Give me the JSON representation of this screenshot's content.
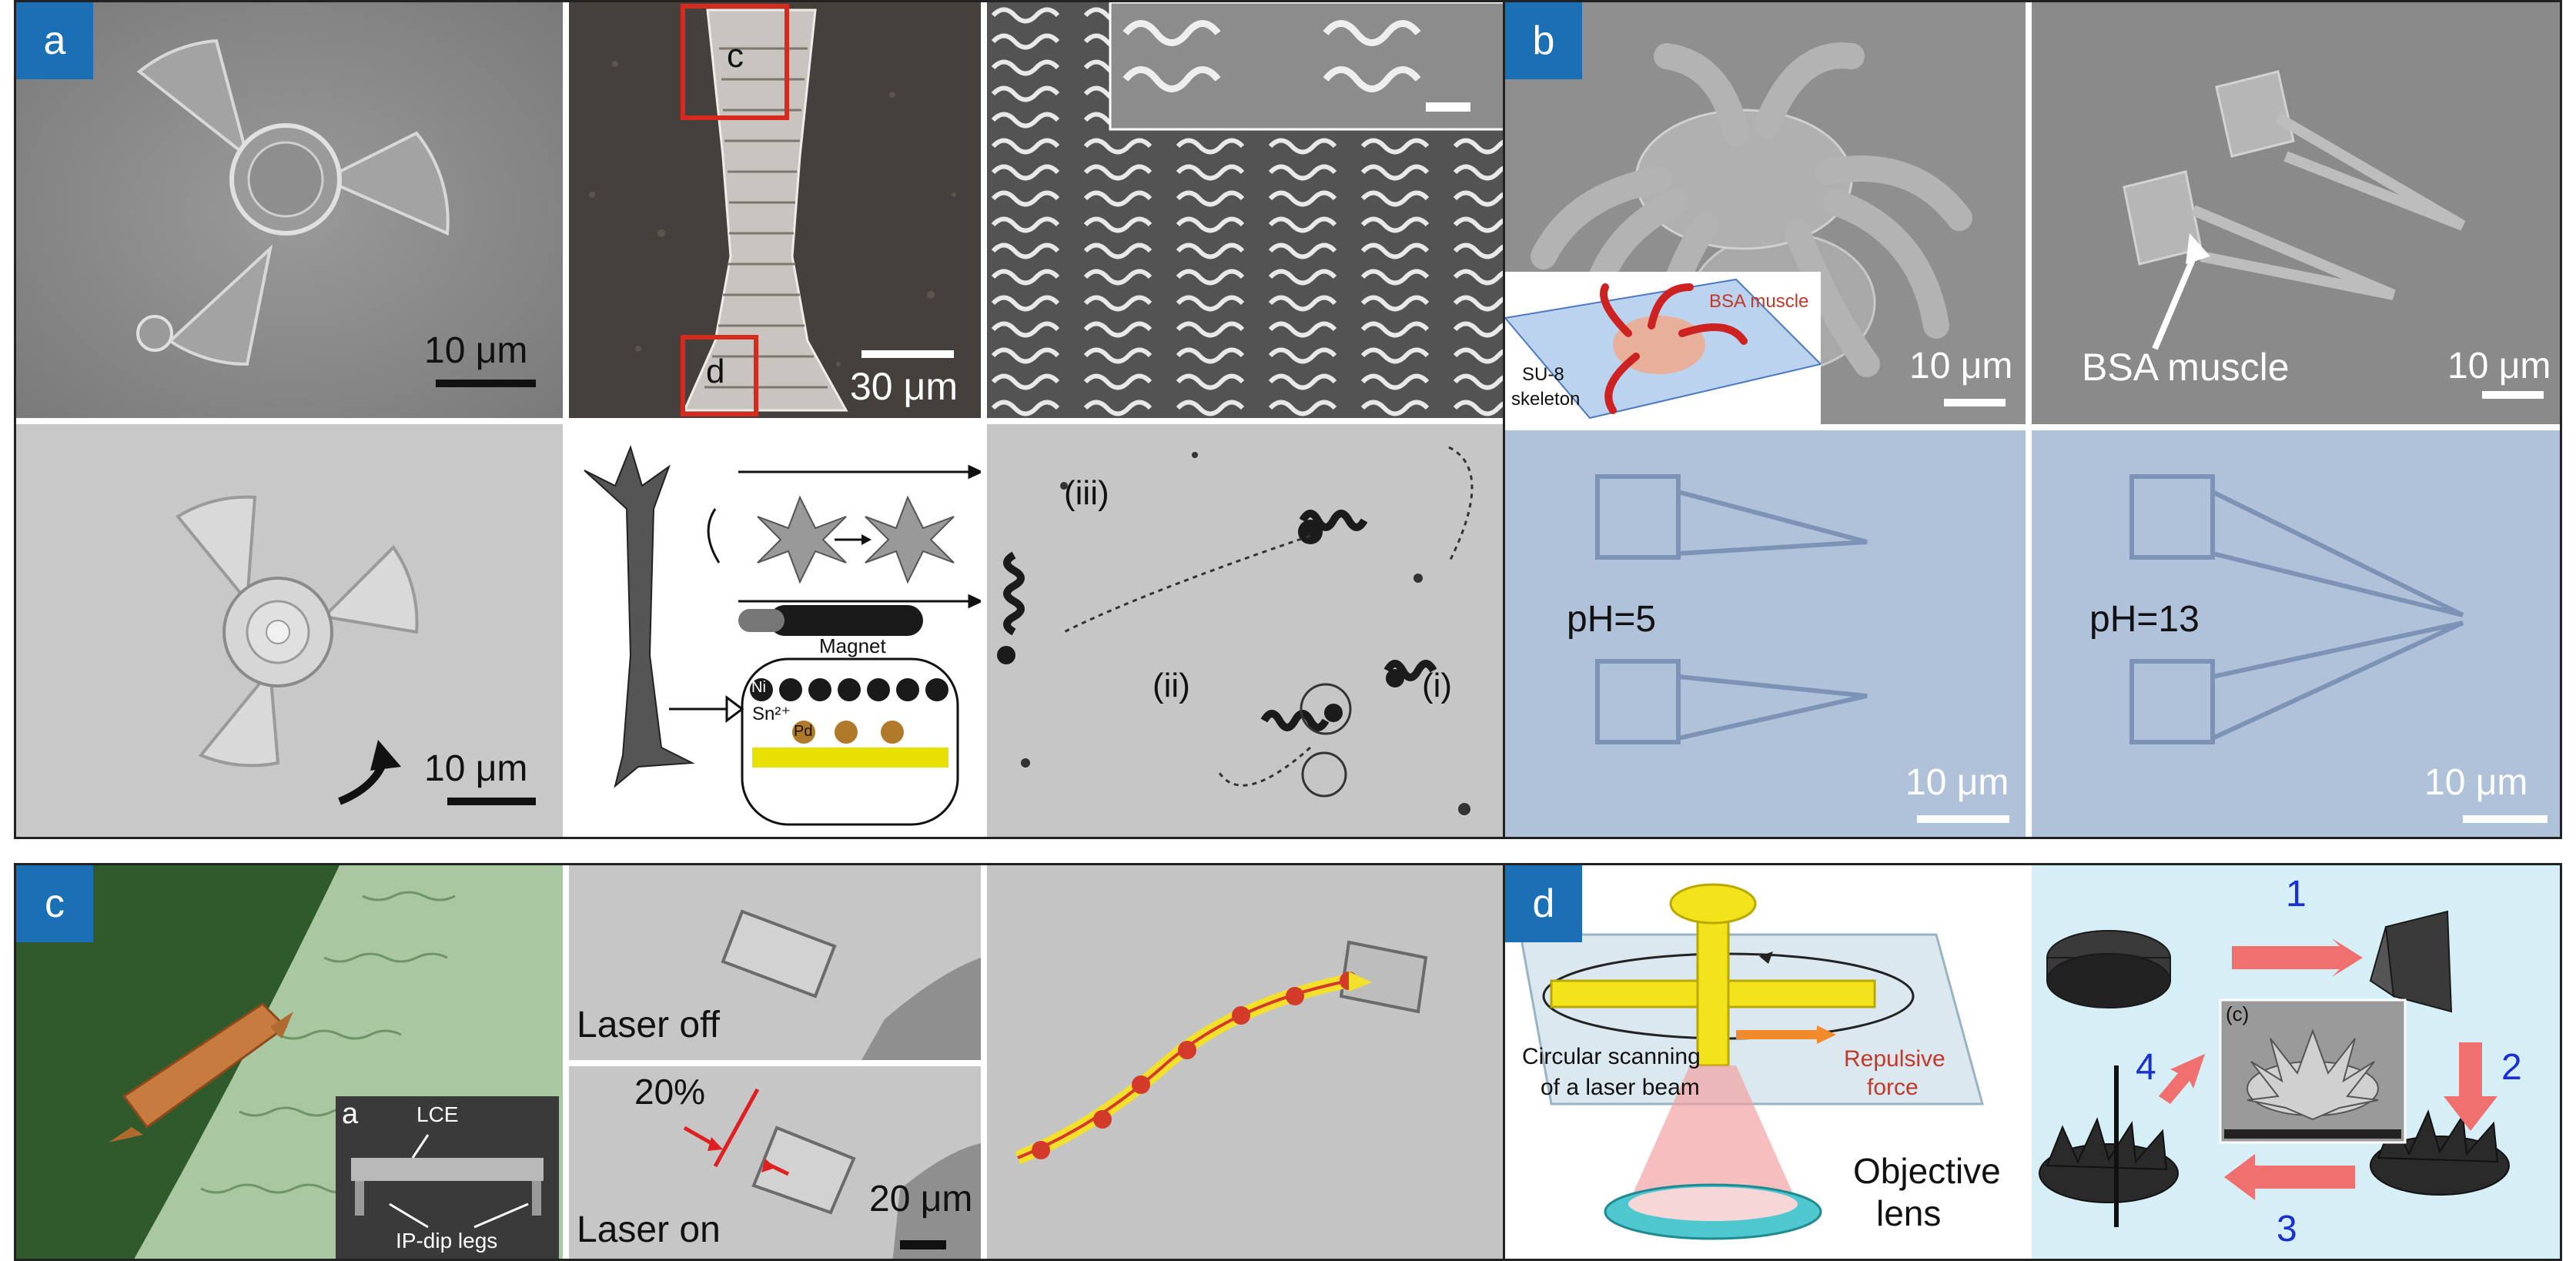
{
  "figure": {
    "panel_a": {
      "badge": "a",
      "scale_1": "10 μm",
      "box_c": "c",
      "box_d": "d",
      "scale_2": "30 μm",
      "scale_3": "10 μm",
      "magnet": "Magnet",
      "ni": "Ni",
      "sn": "Sn²⁺",
      "pd": "Pd",
      "roman_iii": "(iii)",
      "roman_ii": "(ii)",
      "roman_i": "(i)"
    },
    "panel_b": {
      "badge": "b",
      "bsa_muscle_inset": "BSA muscle",
      "su8": "SU-8",
      "skeleton": "skeleton",
      "scale_1": "10 μm",
      "bsa_muscle": "BSA muscle",
      "scale_2": "10 μm",
      "ph5": "pH=5",
      "ph13": "pH=13",
      "scale_3": "10 μm",
      "scale_4": "10 μm"
    },
    "panel_c": {
      "badge": "c",
      "inset_a": "a",
      "lce": "LCE",
      "legs": "IP-dip legs",
      "laser_off": "Laser off",
      "pct": "20%",
      "laser_on": "Laser on",
      "scale": "20 μm"
    },
    "panel_d": {
      "badge": "d",
      "circular_1": "Circular scanning",
      "circular_2": "of a laser beam",
      "repulsive_1": "Repulsive",
      "repulsive_2": "force",
      "objective_1": "Objective",
      "objective_2": "lens",
      "step_1": "1",
      "step_2": "2",
      "step_3": "3",
      "step_4": "4",
      "inset_c": "(c)"
    }
  },
  "colors": {
    "badge": "#1a6fb5",
    "red_box": "#d62a1f",
    "sem_gray": "#8a8a8a",
    "micro_blue": "#aebfd6",
    "beetle_green": "#3f7a3a",
    "yellow": "#e8d400",
    "arrow_pink": "#f26d6d"
  }
}
